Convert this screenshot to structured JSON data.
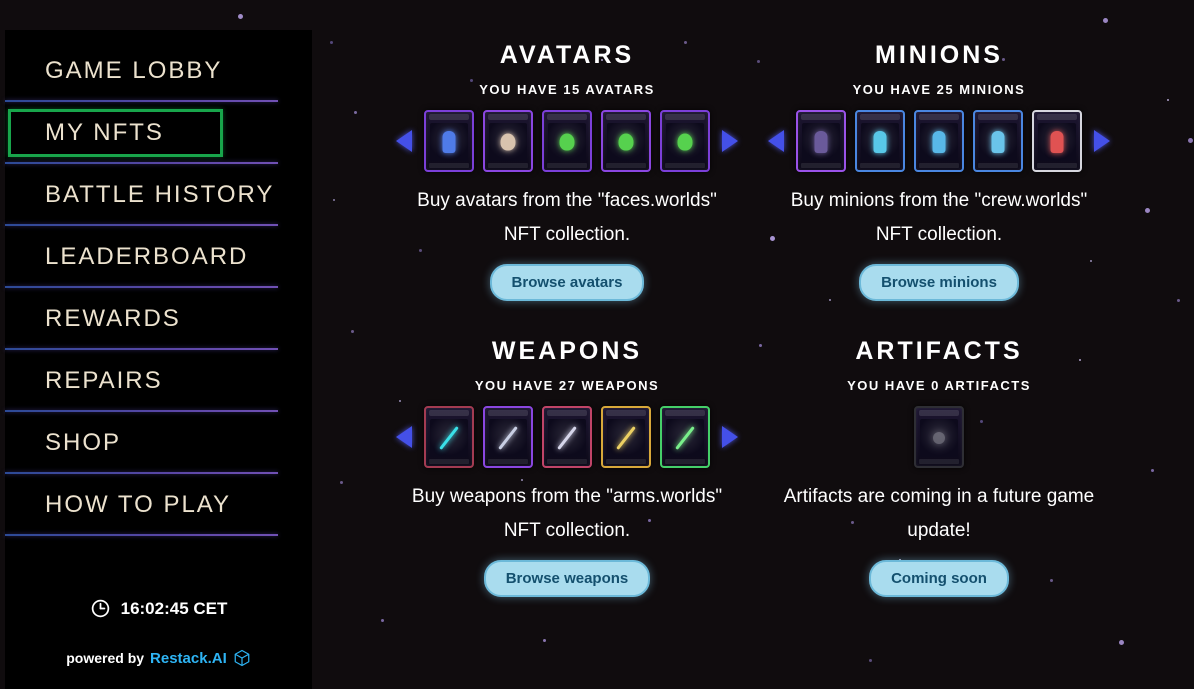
{
  "sidebar": {
    "items": [
      {
        "label": "GAME LOBBY",
        "active": false
      },
      {
        "label": "MY NFTS",
        "active": true
      },
      {
        "label": "BATTLE HISTORY",
        "active": false
      },
      {
        "label": "LEADERBOARD",
        "active": false
      },
      {
        "label": "REWARDS",
        "active": false
      },
      {
        "label": "REPAIRS",
        "active": false
      },
      {
        "label": "SHOP",
        "active": false
      },
      {
        "label": "HOW TO PLAY",
        "active": false
      }
    ],
    "clock_time": "16:02:45 CET",
    "powered_prefix": "powered by",
    "powered_brand": "Restack.AI"
  },
  "colors": {
    "active_border_green": "#18a54b",
    "arrow_blue": "#4450e8",
    "button_bg": "#a9dcee",
    "button_text": "#14506e",
    "brand_cyan": "#2eb4f4"
  },
  "icons": {
    "clock": "clock-icon",
    "cube": "cube-icon",
    "prev": "carousel-prev-arrow-icon",
    "next": "carousel-next-arrow-icon"
  },
  "sections": [
    {
      "title": "AVATARS",
      "count_text": "YOU HAVE 15 AVATARS",
      "description": "Buy avatars from the \"faces.worlds\"\nNFT collection.",
      "button_label": "Browse avatars",
      "has_arrows": true,
      "cards": [
        {
          "name": "avatar-card-1",
          "frame": "#7b3fd8",
          "accent": "#4f7be8",
          "glyph": "figure"
        },
        {
          "name": "avatar-card-2",
          "frame": "#8a46e0",
          "accent": "#d8c3ae",
          "glyph": "face"
        },
        {
          "name": "avatar-card-3",
          "frame": "#7b3fd8",
          "accent": "#56d14e",
          "glyph": "face"
        },
        {
          "name": "avatar-card-4",
          "frame": "#8a46e0",
          "accent": "#56d14e",
          "glyph": "face"
        },
        {
          "name": "avatar-card-5",
          "frame": "#7b3fd8",
          "accent": "#56d14e",
          "glyph": "face"
        }
      ]
    },
    {
      "title": "MINIONS",
      "count_text": "YOU HAVE 25 MINIONS",
      "description": "Buy minions from the \"crew.worlds\"\nNFT collection.",
      "button_label": "Browse minions",
      "has_arrows": true,
      "cards": [
        {
          "name": "minion-card-1",
          "frame": "#9a52e8",
          "accent": "#6a5a9a",
          "glyph": "figure"
        },
        {
          "name": "minion-card-2",
          "frame": "#4a86e0",
          "accent": "#58c8e8",
          "glyph": "figure"
        },
        {
          "name": "minion-card-3",
          "frame": "#4a86e0",
          "accent": "#58b8e8",
          "glyph": "figure"
        },
        {
          "name": "minion-card-4",
          "frame": "#4a86e0",
          "accent": "#6ac4ea",
          "glyph": "figure"
        },
        {
          "name": "minion-card-5",
          "frame": "#d6d6de",
          "accent": "#e05252",
          "glyph": "figure"
        }
      ]
    },
    {
      "title": "WEAPONS",
      "count_text": "YOU HAVE 27 WEAPONS",
      "description": "Buy weapons from the \"arms.worlds\"\nNFT collection.",
      "button_label": "Browse weapons",
      "has_arrows": true,
      "cards": [
        {
          "name": "weapon-card-1",
          "frame": "#a33b52",
          "accent": "#3ae0e8",
          "glyph": "sword"
        },
        {
          "name": "weapon-card-2",
          "frame": "#8a46e0",
          "accent": "#c9cfe4",
          "glyph": "sword"
        },
        {
          "name": "weapon-card-3",
          "frame": "#c04468",
          "accent": "#d6d6ea",
          "glyph": "sword"
        },
        {
          "name": "weapon-card-4",
          "frame": "#d8a83a",
          "accent": "#ecd063",
          "glyph": "sword"
        },
        {
          "name": "weapon-card-5",
          "frame": "#45cf69",
          "accent": "#79ef8b",
          "glyph": "sword"
        }
      ]
    },
    {
      "title": "ARTIFACTS",
      "count_text": "YOU HAVE 0 ARTIFACTS",
      "description": "Artifacts are coming in a future game\nupdate!",
      "button_label": "Coming soon",
      "has_arrows": false,
      "cards": [
        {
          "name": "artifact-placeholder-card",
          "frame": "#2e2e34",
          "accent": "#9a9aa4",
          "glyph": "orb"
        }
      ]
    }
  ]
}
